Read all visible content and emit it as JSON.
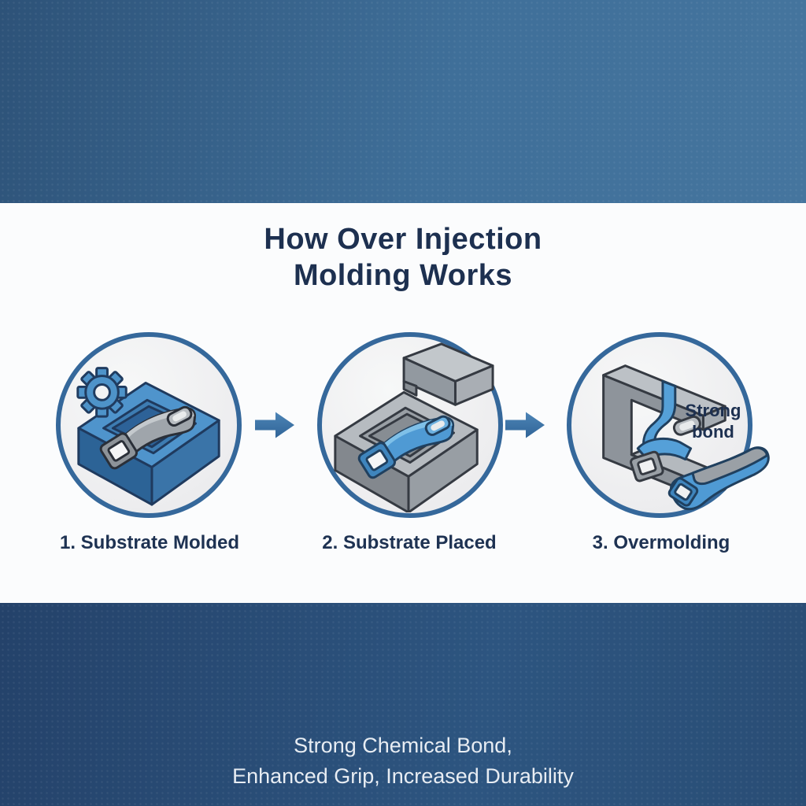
{
  "header": {
    "title_line1": "How Over Injection",
    "title_line2": "Molding Works"
  },
  "steps": [
    {
      "label": "1. Substrate Molded"
    },
    {
      "label": "2. Substrate Placed"
    },
    {
      "label": "3. Overmolding",
      "annotation": "Strong bond"
    }
  ],
  "footer": {
    "line1": "Strong Chemical Bond,",
    "line2": "Enhanced Grip, Increased Durability"
  },
  "icons": {
    "gear": "gear-icon",
    "arrow_1": "arrow-right-icon",
    "arrow_2": "arrow-right-icon",
    "step1_art": "blue-mold-with-gray-substrate",
    "step2_art": "gray-mold-with-blue-substrate-and-upper-mold",
    "step3_art": "overmolding-cross-section",
    "finished_part_art": "finished-overmolded-handle"
  },
  "colors": {
    "top_band": "#3f6f99",
    "bottom_band": "#2d5580",
    "panel": "#fbfcfd",
    "title_text": "#1d3050",
    "label_text": "#1e3252",
    "footer_text": "#e8edf3",
    "circle_border": "#35689b",
    "arrow_blue": "#3f7cb0",
    "mold_blue": "#4f94cc",
    "overmold_blue": "#4f9ad4",
    "substrate_gray": "#9aa0a6"
  }
}
